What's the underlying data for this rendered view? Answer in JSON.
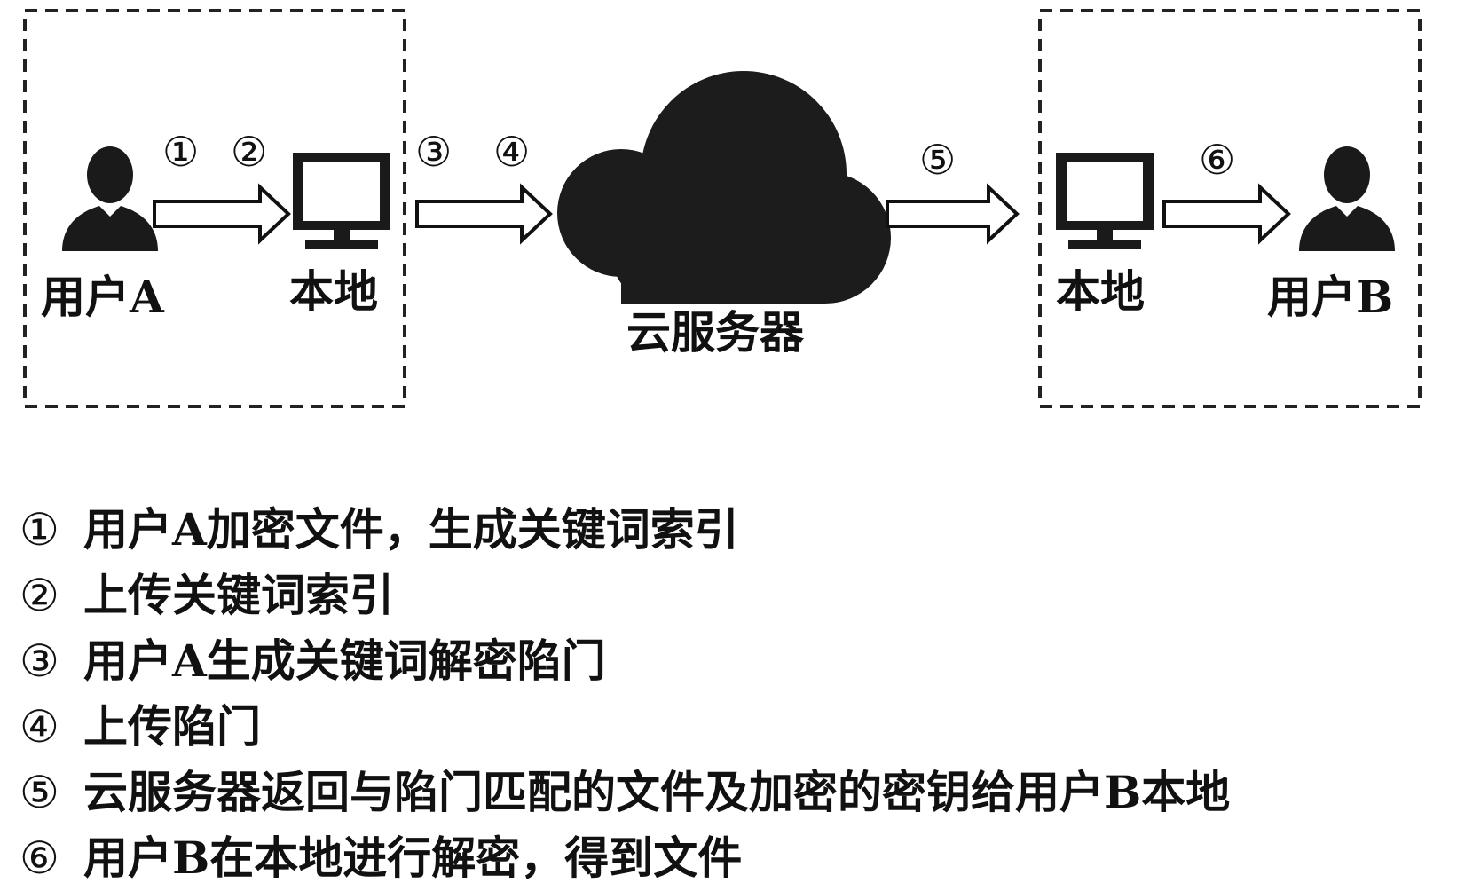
{
  "nodes": {
    "user_a": "用户A",
    "local_a": "本地",
    "cloud": "云服务器",
    "local_b": "本地",
    "user_b": "用户B"
  },
  "arrow_labels": {
    "a1": "①",
    "a2": "②",
    "a3": "③",
    "a4": "④",
    "a5": "⑤",
    "a6": "⑥"
  },
  "legend": [
    {
      "num": "①",
      "text": "用户A加密文件，生成关键词索引"
    },
    {
      "num": "②",
      "text": "上传关键词索引"
    },
    {
      "num": "③",
      "text": "用户A生成关键词解密陷门"
    },
    {
      "num": "④",
      "text": "上传陷门"
    },
    {
      "num": "⑤",
      "text": "云服务器返回与陷门匹配的文件及加密的密钥给用户B本地"
    },
    {
      "num": "⑥",
      "text": "用户B在本地进行解密，得到文件"
    }
  ],
  "colors": {
    "icon_fill": "#1a1a1a",
    "cloud_fill": "#1c1c1c",
    "border": "#222222"
  },
  "icons": {
    "user": "user-icon",
    "computer": "monitor-icon",
    "cloud": "cloud-icon",
    "arrow": "hollow-arrow-icon"
  }
}
